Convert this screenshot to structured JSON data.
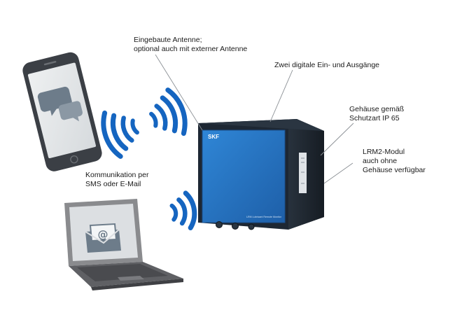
{
  "labels": {
    "antenna": [
      "Eingebaute Antenne;",
      "optional auch mit externer Antenne"
    ],
    "digital_io": [
      "Zwei digitale Ein- und Ausgänge"
    ],
    "housing": [
      "Gehäuse gemäß",
      "Schutzart IP 65"
    ],
    "module": [
      "LRM2-Modul",
      "auch ohne",
      "Gehäuse verfügbar"
    ],
    "communication": [
      "Kommunikation per",
      "SMS oder E-Mail"
    ]
  },
  "device": {
    "logo": "SKF",
    "caption": "LRM Lubricant Remote Monitor"
  },
  "colors": {
    "wave_blue": "#1565c0",
    "device_blue": "#2b78c6",
    "device_frame": "#1d2733",
    "phone_frame": "#3b3f45",
    "screen_gray": "#e3e6e8",
    "bubble_gray": "#6d7c8a",
    "laptop_gray": "#6e6f72"
  },
  "icons": {
    "phone": "smartphone-icon",
    "chat": "chat-bubbles-icon",
    "laptop": "laptop-icon",
    "email": "envelope-at-icon",
    "signal": "wireless-signal-icon"
  }
}
